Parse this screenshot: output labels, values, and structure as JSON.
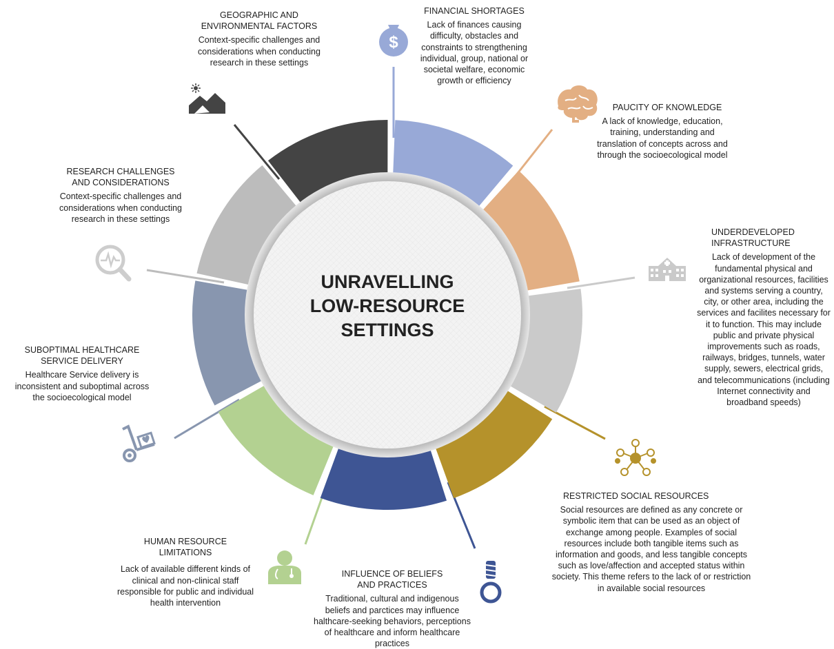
{
  "center": {
    "line1": "UNRAVELLING",
    "line2": "LOW-RESOURCE",
    "line3": "SETTINGS"
  },
  "segments": [
    {
      "id": "financial",
      "color": "#98a9d7"
    },
    {
      "id": "knowledge",
      "color": "#e3af83"
    },
    {
      "id": "infrastructure",
      "color": "#cacaca"
    },
    {
      "id": "social",
      "color": "#b5922b"
    },
    {
      "id": "beliefs",
      "color": "#3e5594"
    },
    {
      "id": "human-resource",
      "color": "#b3d191"
    },
    {
      "id": "healthcare",
      "color": "#8896af"
    },
    {
      "id": "research",
      "color": "#bcbcbc"
    },
    {
      "id": "geographic",
      "color": "#444444"
    }
  ],
  "themes": {
    "financial": {
      "title": "FINANCIAL SHORTAGES",
      "desc": "Lack of finances causing difficulty, obstacles and constraints to strengthening individual, group, national or societal welfare, economic growth or efficiency",
      "icon": "money-bag-icon"
    },
    "knowledge": {
      "title": "PAUCITY OF KNOWLEDGE",
      "desc": "A lack of knowledge, education, training, understanding and translation of concepts across and through the socioecological model",
      "icon": "brain-icon"
    },
    "infrastructure": {
      "title1": "UNDERDEVELOPED",
      "title2": "INFRASTRUCTURE",
      "desc": "Lack of development of the fundamental physical and organizational resources, facilities and systems serving a country, city, or other area, including the services and facilites necessary for it to function. This may include public and private physical improvements such as roads, railways, bridges, tunnels, water supply, sewers, electrical grids, and telecommunications (including Internet connectivity and broadband speeds)",
      "icon": "hospital-building-icon"
    },
    "social": {
      "title": "RESTRICTED SOCIAL RESOURCES",
      "desc": "Social resources are defined as any concrete or symbolic item that can be used as an object of exchange among people. Examples of social resources include both tangible items such as information and goods, and less tangible concepts such as love/affection and accepted status within society. This theme refers to the lack of or restriction in available social resources",
      "icon": "social-network-icon"
    },
    "beliefs": {
      "title1": "INFLUENCE OF BELIEFS",
      "title2": "AND PRACTICES",
      "desc": "Traditional, cultural and indigenous beliefs and parctices may influence halthcare-seeking behaviors, perceptions of healthcare and inform healthcare practices",
      "icon": "rope-knot-icon"
    },
    "human_resource": {
      "title1": "HUMAN RESOURCE",
      "title2": "LIMITATIONS",
      "desc": "Lack of available different kinds of clinical and non-clinical staff responsible for public and individual health intervention",
      "icon": "doctor-icon"
    },
    "healthcare": {
      "title1": "SUBOPTIMAL HEALTHCARE",
      "title2": "SERVICE DELIVERY",
      "desc": "Healthcare Service delivery is inconsistent and suboptimal across the socioecological model",
      "icon": "hand-truck-heart-icon"
    },
    "research": {
      "title1": "RESEARCH CHALLENGES",
      "title2": "AND CONSIDERATIONS",
      "desc": "Context-specific challenges and considerations when conducting research in these settings",
      "icon": "magnifier-pulse-icon"
    },
    "geographic": {
      "title1": "GEOGRAPHIC AND",
      "title2": "ENVIRONMENTAL FACTORS",
      "desc": "Context-specific challenges and considerations when conducting research in these settings",
      "icon": "mountain-sun-icon"
    }
  }
}
